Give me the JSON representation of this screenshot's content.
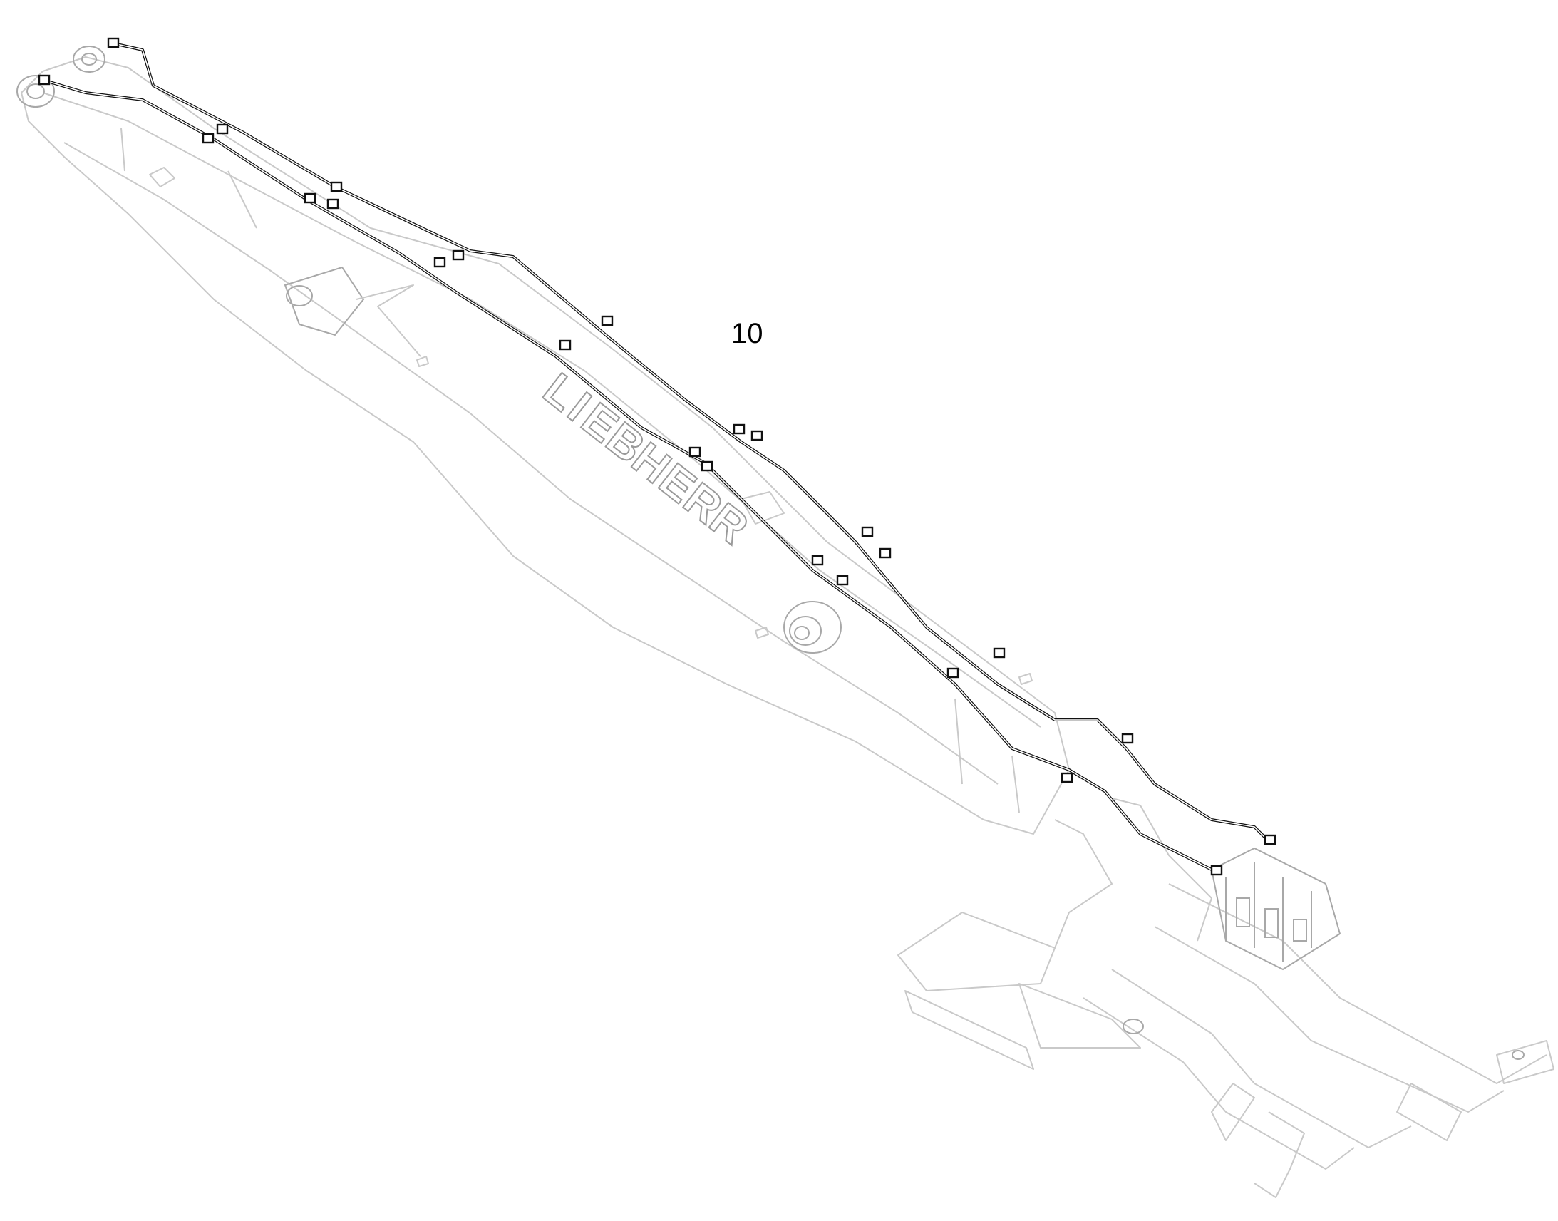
{
  "callout": {
    "label": "10"
  },
  "brand": {
    "letters": [
      "L",
      "I",
      "E",
      "B",
      "H",
      "E",
      "R",
      "R"
    ]
  },
  "colors": {
    "outline": "#c9c9c9",
    "hose": "#111111",
    "background": "#ffffff"
  }
}
